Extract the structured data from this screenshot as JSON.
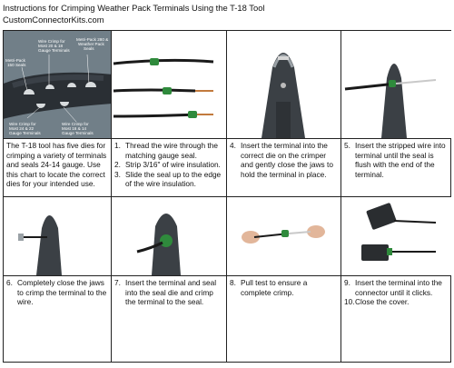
{
  "header": {
    "title": "Instructions for Crimping Weather Pack Terminals Using the T-18 Tool",
    "site": "CustomConnectorKits.com"
  },
  "die_labels": {
    "metripack_150_seals": [
      "Metri-Pack",
      "150 Seals"
    ],
    "wire_crimp_20_18": [
      "Wire Crimp for",
      "Most 20 & 18",
      "Gauge Terminals"
    ],
    "metripack_280_seals": [
      "Metri-Pack 280 &",
      "Weather Pack",
      "Seals"
    ],
    "wire_crimp_24_22": [
      "Wire Crimp for",
      "Most 24 & 22",
      "Gauge Terminals"
    ],
    "wire_crimp_16_14": [
      "Wire Crimp for",
      "Most 16 & 14",
      "Gauge Terminals"
    ]
  },
  "intro_text": "The T-18 tool has five dies for crimping a variety of terminals and seals 24-14 gauge. Use this chart to locate the correct dies for your intended use.",
  "steps": [
    {
      "num": "1.",
      "text": "Thread the wire through the matching gauge seal."
    },
    {
      "num": "2.",
      "text": "Strip 3/16\" of wire insulation."
    },
    {
      "num": "3.",
      "text": "Slide the seal up to the edge of the wire insulation."
    },
    {
      "num": "4.",
      "text": "Insert the terminal into the correct die on the crimper and gently close the jaws to hold the terminal in place."
    },
    {
      "num": "5.",
      "text": "Insert the stripped wire into terminal until the seal is flush with the end of the terminal."
    },
    {
      "num": "6.",
      "text": "Completely close the jaws to crimp the terminal to the wire."
    },
    {
      "num": "7.",
      "text": "Insert the terminal and seal into the seal die and crimp the terminal to the seal."
    },
    {
      "num": "8.",
      "text": "Pull test to ensure a complete crimp."
    },
    {
      "num": "9.",
      "text": "Insert the terminal into the connector until it clicks."
    },
    {
      "num": "10.",
      "text": "Close the cover."
    }
  ]
}
